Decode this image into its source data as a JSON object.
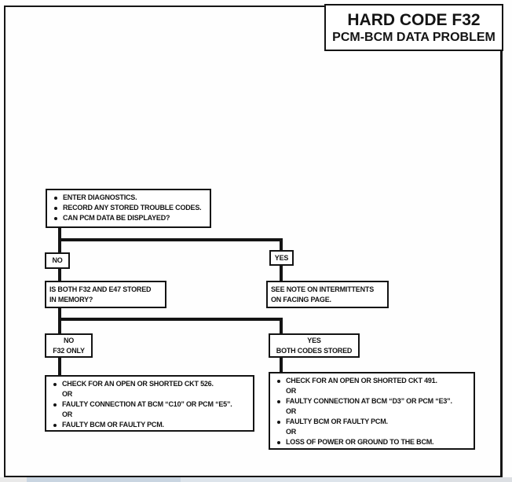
{
  "title_box": {
    "line1": "HARD CODE F32",
    "line2": "PCM-BCM DATA PROBLEM"
  },
  "flowchart": {
    "start_box": {
      "items": [
        "ENTER DIAGNOSTICS.",
        "RECORD ANY STORED TROUBLE CODES.",
        "CAN PCM DATA BE DISPLAYED?"
      ]
    },
    "branch1": {
      "no": "NO",
      "yes": "YES"
    },
    "memory_question_box": {
      "line1": "IS BOTH F32 AND E47 STORED",
      "line2": "IN MEMORY?"
    },
    "intermittents_box": {
      "line1": "SEE NOTE ON INTERMITTENTS",
      "line2": "ON FACING PAGE."
    },
    "branch2": {
      "no": {
        "line1": "NO",
        "line2": "F32 ONLY"
      },
      "yes": {
        "line1": "YES",
        "line2": "BOTH CODES STORED"
      }
    },
    "f32_only_result_box": {
      "lines": [
        "CHECK FOR AN OPEN OR SHORTED CKT 526.",
        "OR",
        "FAULTY CONNECTION AT BCM “C10” OR PCM “E5”.",
        "OR",
        "FAULTY BCM OR FAULTY PCM."
      ]
    },
    "both_codes_result_box": {
      "lines": [
        "CHECK FOR AN OPEN OR SHORTED CKT 491.",
        "OR",
        "FAULTY CONNECTION AT BCM “D3” OR PCM “E3”.",
        "OR",
        "FAULTY BCM OR FAULTY PCM.",
        "OR",
        "LOSS OF POWER OR GROUND TO THE BCM."
      ]
    }
  },
  "colors": {
    "ink": "#141414",
    "paper": "#fefefe",
    "strip_blue": "#c9d5e1",
    "strip_light": "#dde4eb",
    "strip_gray": "#e9e9e9"
  }
}
